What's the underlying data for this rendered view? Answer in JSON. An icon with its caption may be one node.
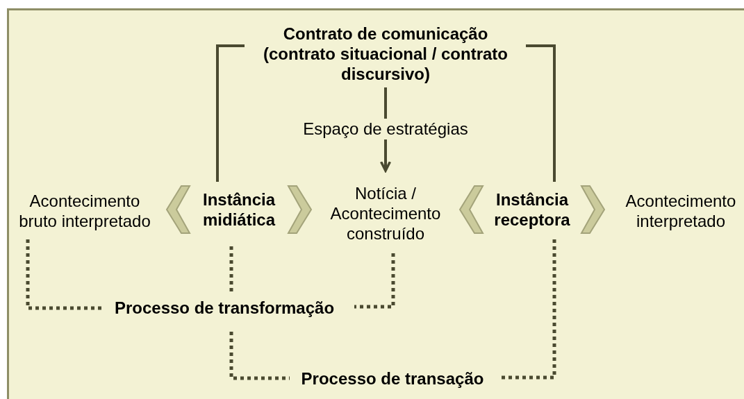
{
  "diagram": {
    "nodes": [
      {
        "text": [
          "Contrato de comunicação (contrato situacional / contrato discursivo)"
        ]
      },
      {
        "text": [
          "Acontecimento bruto interpretado"
        ]
      },
      {
        "text": [
          "Instância midiática"
        ]
      },
      {
        "text": [
          "Notícia / Acontecimento construído"
        ]
      },
      {
        "text": [
          "Instância receptora"
        ]
      },
      {
        "text": [
          "Acontecimento interpretado"
        ]
      },
      {
        "text": [
          "Processo de transformação"
        ]
      },
      {
        "text": [
          "Processo de transação"
        ]
      }
    ],
    "edges": [
      {
        "from": 0,
        "to": 3,
        "arrow": "to",
        "label": "Espaço de estratégias"
      },
      {
        "from": 2,
        "to": 0,
        "arrow": "none"
      },
      {
        "from": 4,
        "to": 0,
        "arrow": "none"
      },
      {
        "from": 1,
        "to": 6,
        "arrow": "none",
        "style": "dashed"
      },
      {
        "from": 2,
        "to": 6,
        "arrow": "none",
        "style": "dashed"
      },
      {
        "from": 3,
        "to": 6,
        "arrow": "none",
        "style": "dashed"
      },
      {
        "from": 6,
        "to": 7,
        "arrow": "none",
        "style": "dashed"
      },
      {
        "from": 4,
        "to": 7,
        "arrow": "none",
        "style": "dashed"
      }
    ]
  }
}
